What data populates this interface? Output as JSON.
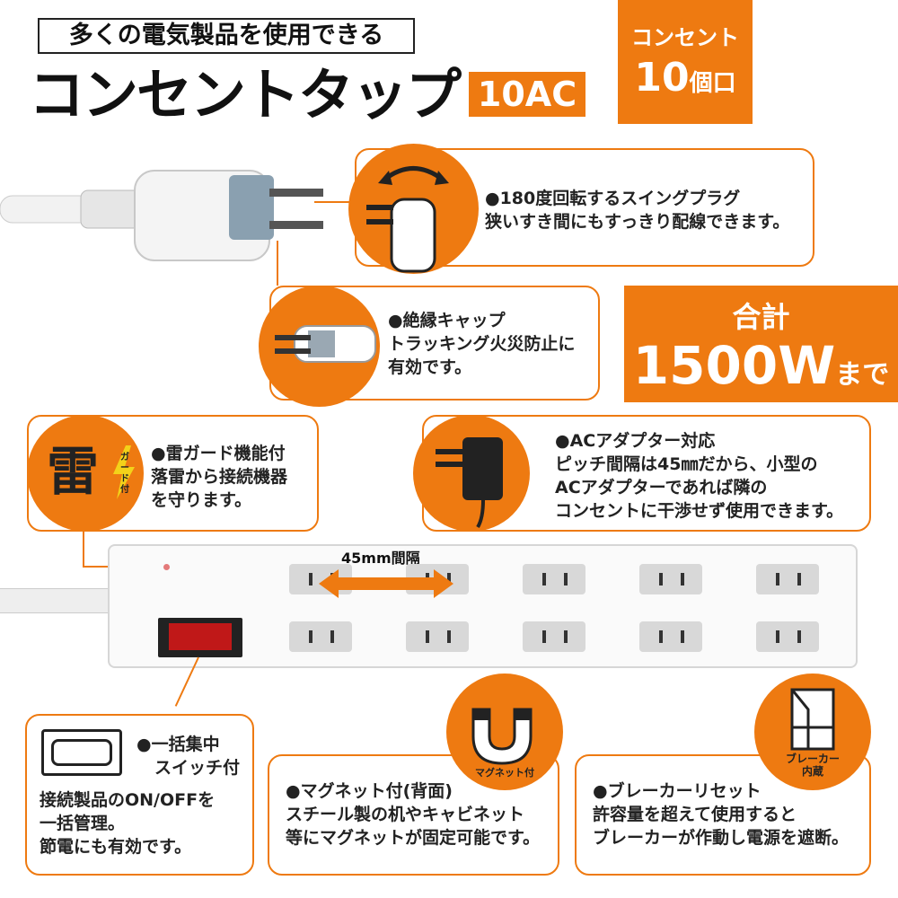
{
  "header": {
    "subtitle": "多くの電気製品を使用できる",
    "title": "コンセントタップ",
    "ac_badge": "10AC",
    "outlet_badge": {
      "line1": "コンセント",
      "line2_num": "10",
      "line2_unit": "個口"
    }
  },
  "total_badge": {
    "line1": "合計",
    "line2_num": "1500W",
    "line2_unit": "まで"
  },
  "callouts": {
    "swing_plug": {
      "line1": "●180度回転するスイングプラグ",
      "line2": "狭いすき間にもすっきり配線できます。"
    },
    "insulation_cap": {
      "line1": "●絶縁キャップ",
      "line2": "トラッキング火災防止に",
      "line3": "有効です。"
    },
    "lightning_guard": {
      "icon_char": "雷",
      "icon_label": "ガード付",
      "line1": "●雷ガード機能付",
      "line2": "落雷から接続機器",
      "line3": "を守ります。"
    },
    "ac_adapter": {
      "line1": "●ACアダプター対応",
      "line2": "ピッチ間隔は45㎜だから、小型の",
      "line3": "ACアダプターであれば隣の",
      "line4": "コンセントに干渉せず使用できます。"
    },
    "spacing_label": "45mm間隔",
    "switch": {
      "line1": "●一括集中",
      "line2": "スイッチ付",
      "line3": "接続製品のON/OFFを",
      "line4": "一括管理。",
      "line5": "節電にも有効です。"
    },
    "magnet": {
      "icon_label": "マグネット付",
      "line1": "●マグネット付(背面)",
      "line2": "スチール製の机やキャビネット",
      "line3": "等にマグネットが固定可能です。"
    },
    "breaker": {
      "icon_label1": "ブレーカー",
      "icon_label2": "内蔵",
      "line1": "●ブレーカーリセット",
      "line2": "許容量を超えて使用すると",
      "line3": "ブレーカーが作動し電源を遮断。"
    }
  },
  "colors": {
    "accent": "#ee7a11",
    "text": "#222222",
    "strip": "#fafafa",
    "switch_red": "#c01818"
  }
}
